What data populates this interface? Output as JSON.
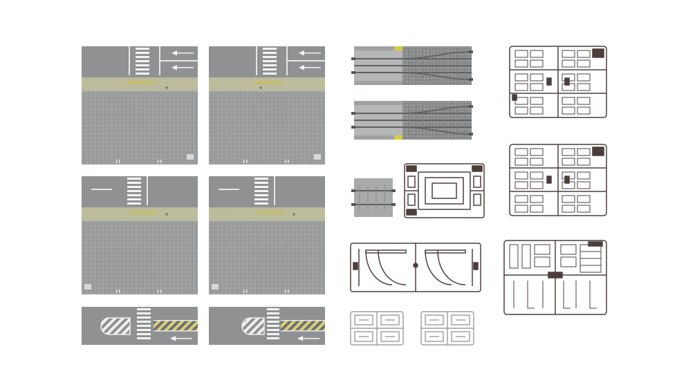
{
  "image": {
    "description_free": true,
    "palette": {
      "background": "#ffffff",
      "road": "#8f9192",
      "road_dark": "#7d7f80",
      "pavement": "#9a9c9d",
      "pavement_speckle": "#b3b5b6",
      "curb": "#b9ba9f",
      "tactile": "#c9c27a",
      "marking": "#f4f4f4",
      "track_bed": "#9d9f9f",
      "rail": "#6a6b6b",
      "sprue": "#4a3f3c",
      "sprue_light": "#8a8a8a"
    },
    "road_tiles": [
      {
        "id": "tile-1",
        "variant": "crossing-right-arrows"
      },
      {
        "id": "tile-2",
        "variant": "crossing-right-arrows"
      },
      {
        "id": "tile-3",
        "variant": "crossing-left-line"
      },
      {
        "id": "tile-4",
        "variant": "crossing-left-line"
      }
    ],
    "road_strips": [
      {
        "id": "strip-1",
        "variant": "hatched-island"
      },
      {
        "id": "strip-2",
        "variant": "hatched-island"
      }
    ],
    "track_pieces": [
      {
        "id": "track-switch-1",
        "variant": "double-switch"
      },
      {
        "id": "track-switch-2",
        "variant": "double-switch"
      },
      {
        "id": "track-short",
        "variant": "short-straight"
      }
    ],
    "sprues": [
      {
        "id": "sprue-large-1",
        "color": "dark"
      },
      {
        "id": "sprue-large-2",
        "color": "dark"
      },
      {
        "id": "sprue-medium",
        "color": "dark"
      },
      {
        "id": "sprue-wide",
        "color": "dark"
      },
      {
        "id": "sprue-tall",
        "color": "dark"
      },
      {
        "id": "sprue-small-1",
        "color": "light"
      },
      {
        "id": "sprue-small-2",
        "color": "light"
      }
    ]
  }
}
